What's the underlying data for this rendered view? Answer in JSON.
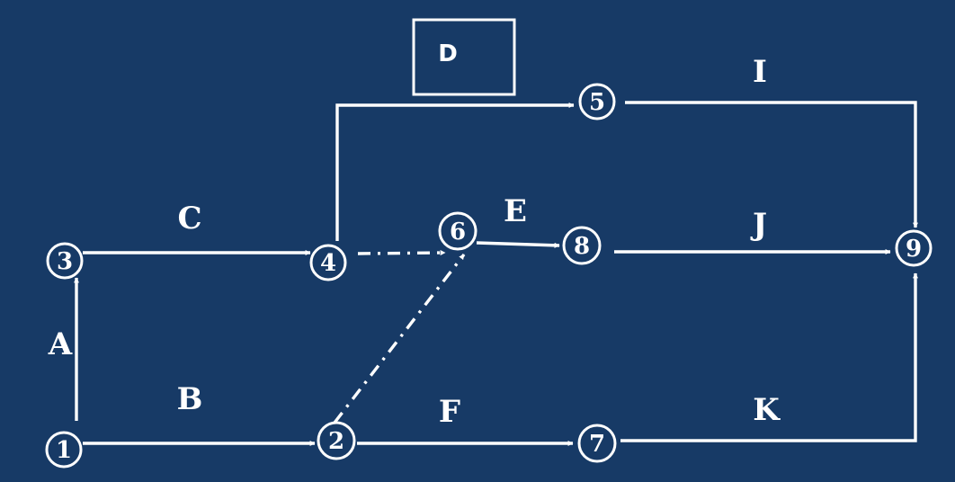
{
  "colors": {
    "background": "#173a66",
    "stroke": "#ffffff"
  },
  "nodes": [
    {
      "id": "1",
      "label": "1"
    },
    {
      "id": "2",
      "label": "2"
    },
    {
      "id": "3",
      "label": "3"
    },
    {
      "id": "4",
      "label": "4"
    },
    {
      "id": "5",
      "label": "5"
    },
    {
      "id": "6",
      "label": "6"
    },
    {
      "id": "7",
      "label": "7"
    },
    {
      "id": "8",
      "label": "8"
    },
    {
      "id": "9",
      "label": "9"
    }
  ],
  "activities": [
    {
      "label": "A",
      "from": "1",
      "to": "3",
      "style": "solid"
    },
    {
      "label": "B",
      "from": "1",
      "to": "2",
      "style": "solid"
    },
    {
      "label": "C",
      "from": "3",
      "to": "4",
      "style": "solid"
    },
    {
      "label": "E",
      "from": "6",
      "to": "8",
      "style": "solid"
    },
    {
      "label": "F",
      "from": "2",
      "to": "7",
      "style": "solid"
    },
    {
      "label": "I",
      "from": "5",
      "to": "9",
      "style": "solid"
    },
    {
      "label": "J",
      "from": "8",
      "to": "9",
      "style": "solid"
    },
    {
      "label": "K",
      "from": "7",
      "to": "9",
      "style": "solid"
    }
  ],
  "boxed_activity": {
    "label": "D",
    "from": "4",
    "to": "5"
  },
  "dummy_activities": [
    {
      "from": "4",
      "to": "6",
      "style": "dashed"
    },
    {
      "from": "2",
      "to": "6",
      "style": "dashed"
    }
  ]
}
